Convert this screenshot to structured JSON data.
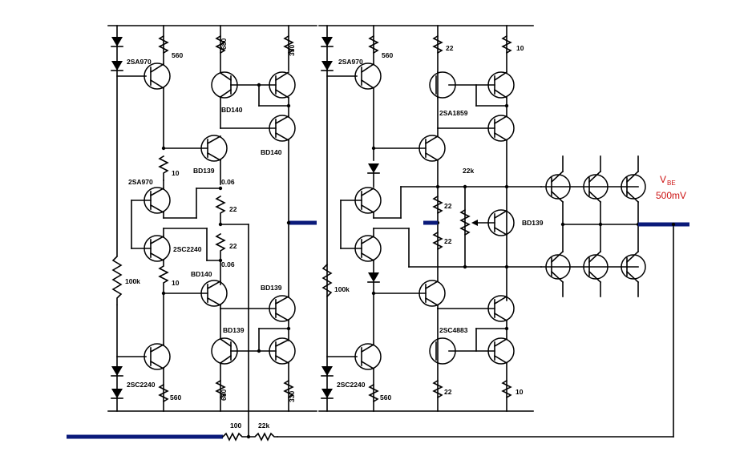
{
  "labels": {
    "q1_top": "2SA970",
    "r1_top": "560",
    "r2_top": "680",
    "r3_top": "330",
    "q_bd140_1": "BD140",
    "q_bd140_2": "BD140",
    "q_bd139_1": "BD139",
    "r_10_top": "10",
    "q_2sa970_mid": "2SA970",
    "r_006_top": "0.06",
    "r_22_a": "22",
    "r_22_b": "22",
    "r_006_bot": "0.06",
    "q_2sc2240_mid": "2SC2240",
    "r_100k_left": "100k",
    "r_10_bot": "10",
    "q_bd140_3": "BD140",
    "q_bd139_2": "BD139",
    "q_bd139_3": "BD139",
    "q_2sc2240_bot": "2SC2240",
    "r_560_bot": "560",
    "r_680_bot": "680",
    "r_330_bot": "330",
    "r_100": "100",
    "r_22k_bot": "22k",
    "q2_top": "2SA970",
    "r2_560_top": "560",
    "r2_22_top": "22",
    "r2_10_top": "10",
    "q_2sa1859": "2SA1859",
    "r_22k_mid": "22k",
    "r2_22_a": "22",
    "r2_22_b": "22",
    "q_bd139_4": "BD139",
    "r_100k_right": "100k",
    "q_2sc4883": "2SC4883",
    "q2_2sc2240_bot": "2SC2240",
    "r2_560_bot": "560",
    "r2_22_bot": "22",
    "r2_10_bot": "10",
    "vbe_main": "V",
    "vbe_sub": "BE",
    "vbe_value": "500mV"
  },
  "colors": {
    "wire": "#000000",
    "bus": "#0a1a7a",
    "annotation": "#cc1111"
  }
}
